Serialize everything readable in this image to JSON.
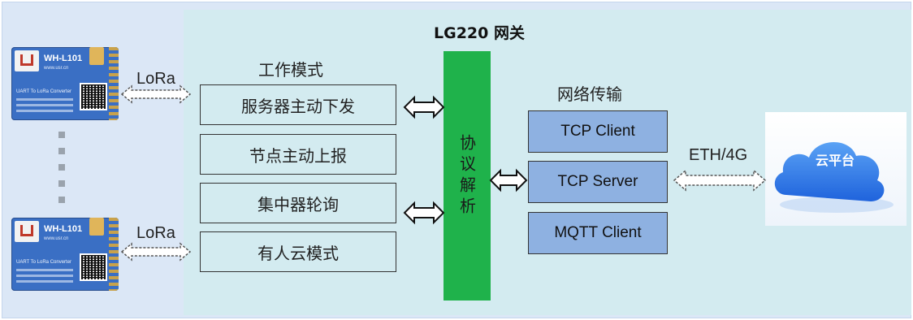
{
  "title": "LG220 网关",
  "work_mode_heading": "工作模式",
  "modes": [
    "服务器主动下发",
    "节点主动上报",
    "集中器轮询",
    "有人云模式"
  ],
  "protocol_parse": "协议解析",
  "network_heading": "网络传输",
  "network_items": [
    "TCP Client",
    "TCP Server",
    "MQTT Client"
  ],
  "lora_label": "LoRa",
  "eth_label": "ETH/4G",
  "cloud_label": "云平台",
  "module": {
    "model": "WH-L101",
    "site": "www.usr.cn",
    "line1": "UART To LoRa Converter"
  },
  "colors": {
    "gateway_bg": "#d3ebf0",
    "outer_bg": "#dbe7f6",
    "protocol_bar": "#1fb24b",
    "network_box": "#8eb1e1",
    "cloud": "#2a74e6"
  }
}
